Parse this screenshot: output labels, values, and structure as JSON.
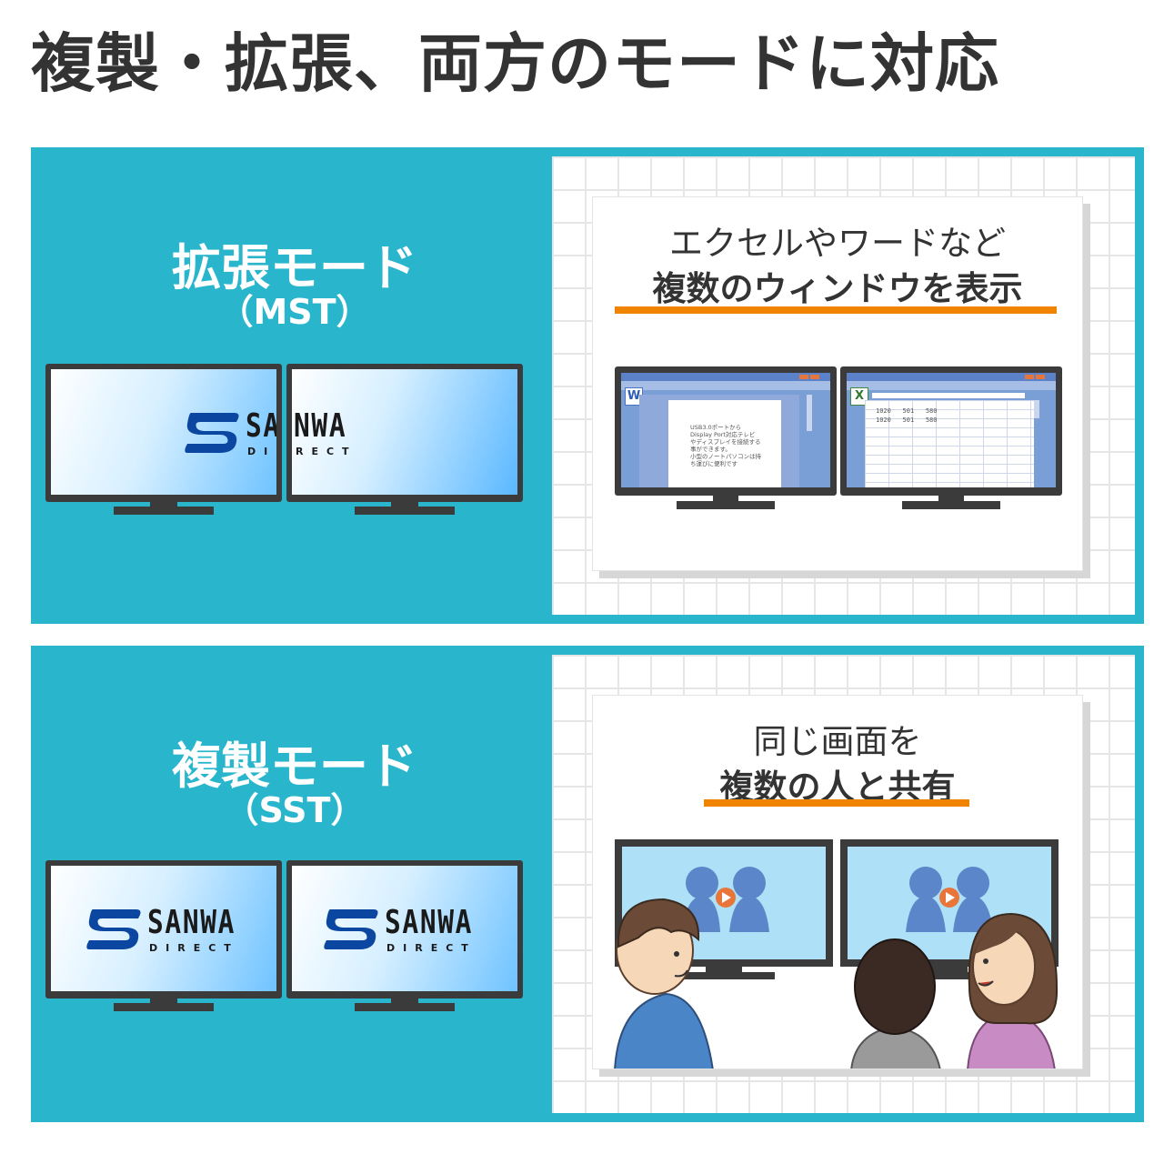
{
  "page": {
    "title": "複製・拡張、両方のモードに対応"
  },
  "colors": {
    "panel_bg": "#29b6cd",
    "underline": "#f08300",
    "title_text": "#333333",
    "logo_blue": "#0b47a1"
  },
  "extended_mode": {
    "title": "拡張モード",
    "subtitle": "（MST）",
    "card_line1": "エクセルやワードなど",
    "card_line2": "複数のウィンドウを表示",
    "left_logo_part1": "SA",
    "left_logo_part1_sub": "DI",
    "right_logo_part2": "NWA",
    "right_logo_part2_sub": "RECT",
    "word_icon": "W",
    "excel_icon": "X",
    "doc_text": "USB3.0ポートから\nDisplay Port対応テレビ\nやディスプレイを接続する\n事ができます。\n小型のノートパソコンは持\nち運びに便利です",
    "sheet_rows": [
      [
        "1020",
        "501",
        "580"
      ],
      [
        "1020",
        "501",
        "580"
      ]
    ]
  },
  "duplicate_mode": {
    "title": "複製モード",
    "subtitle": "（SST）",
    "card_line1": "同じ画面を",
    "card_line2": "複数の人と共有",
    "logo_name": "SANWA",
    "logo_sub": "DIRECT"
  }
}
